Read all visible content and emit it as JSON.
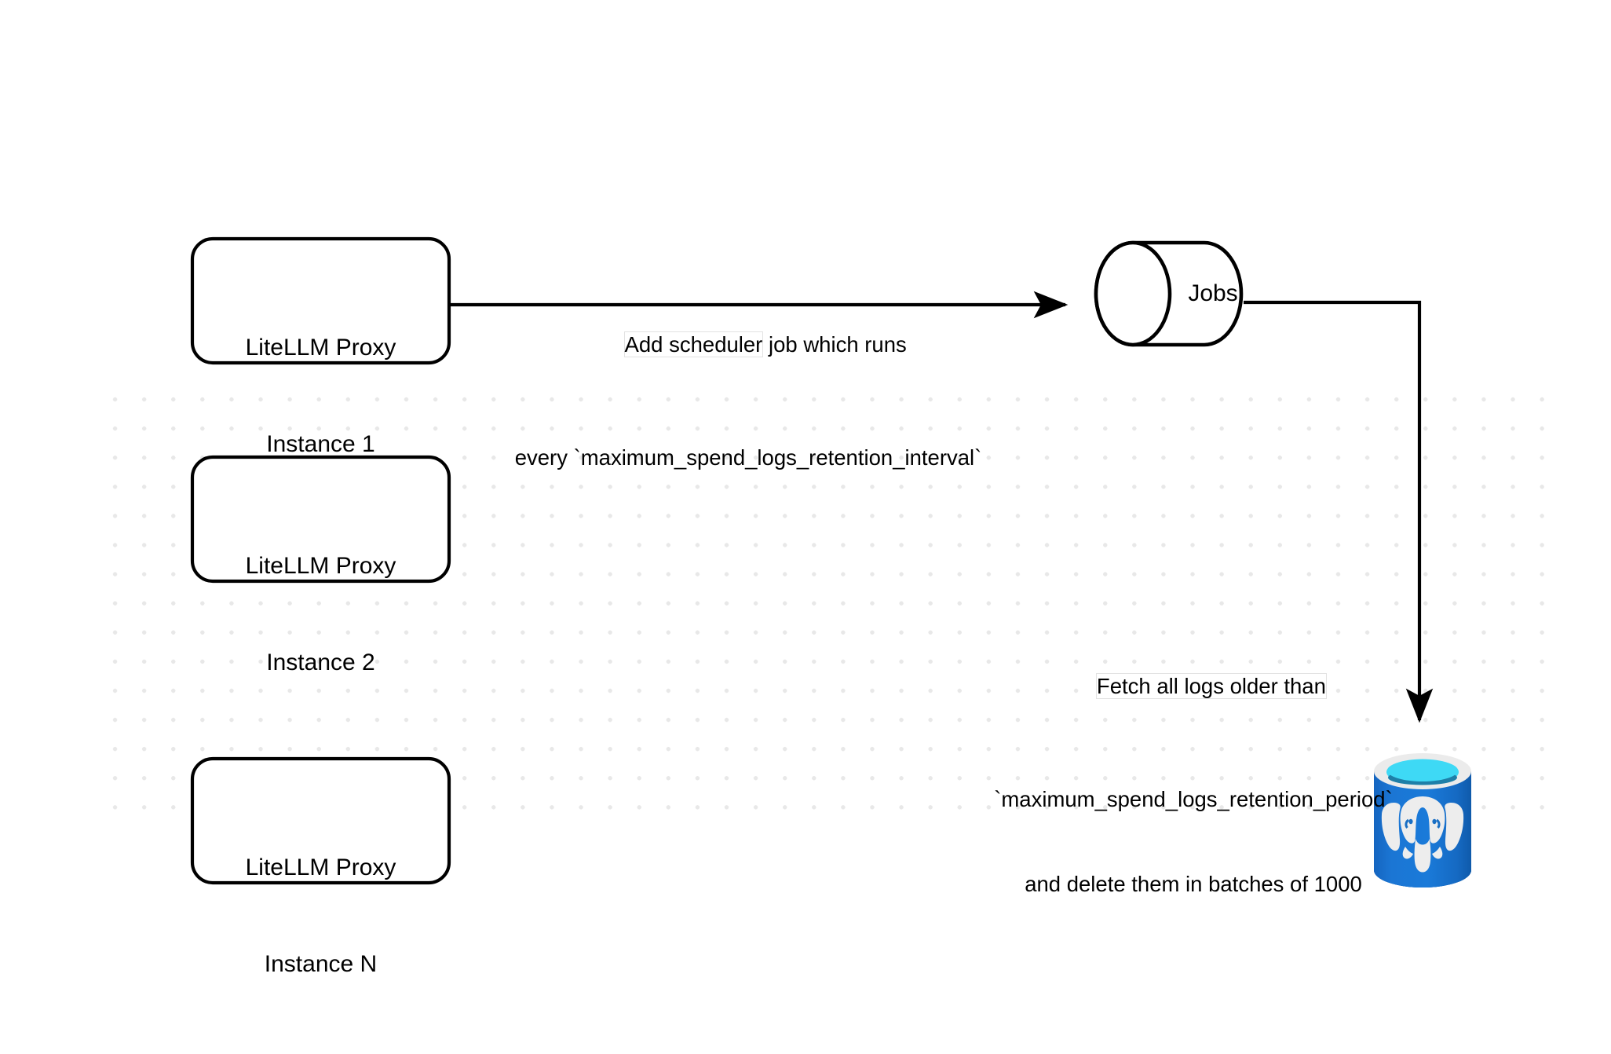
{
  "diagram": {
    "title": "LiteLLM spend logs retention scheduler flow",
    "background_color": "#ffffff",
    "grid_dot_color": "#e8e8e8",
    "stroke_color": "#000000"
  },
  "nodes": {
    "proxy_instance_1": {
      "line1": "LiteLLM Proxy",
      "line2": "Instance 1",
      "shape": "rounded-rectangle"
    },
    "proxy_instance_2": {
      "line1": "LiteLLM Proxy",
      "line2": "Instance 2",
      "shape": "rounded-rectangle"
    },
    "proxy_instance_n": {
      "line1": "LiteLLM Proxy",
      "line2": "Instance N",
      "shape": "rounded-rectangle"
    },
    "jobs_store": {
      "label": "Jobs",
      "shape": "cylinder"
    },
    "postgres_db": {
      "label": "",
      "shape": "postgres-database-icon",
      "body_color": "#1a6fc4",
      "body_color_dark": "#0d5bab",
      "top_rim_color": "#ebebeb",
      "top_fill_color": "#3ed9f5",
      "top_shadow_color": "#1e7fa8",
      "elephant_color": "#ededed"
    }
  },
  "edges": {
    "scheduler_edge": {
      "label_line1": "Add scheduler",
      "label_line2": "job which runs",
      "label_line3": "every `maximum_spend_logs_retention_interval`",
      "highlighted_fragment": "Add scheduler"
    },
    "delete_edge": {
      "label_line1": "Fetch all logs older than",
      "label_line2": "`maximum_spend_logs_retention_period`",
      "label_line3": "and delete them in batches of 1000",
      "highlighted_fragment": "Fetch all logs older than"
    }
  }
}
